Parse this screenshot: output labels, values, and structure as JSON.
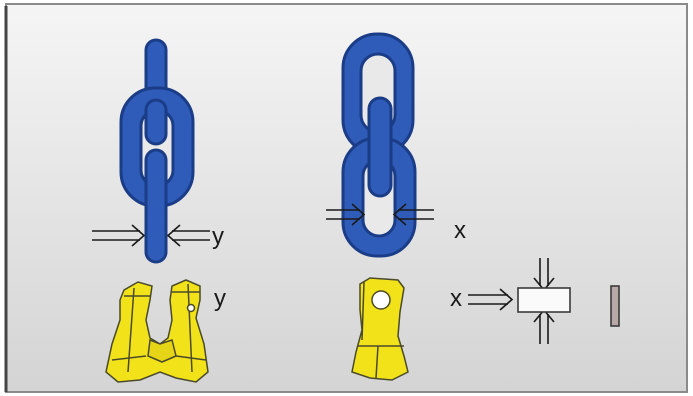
{
  "labels": {
    "chain_gauge_top": "y",
    "chain_gauge_bottom_link": "x",
    "hook_gauge": "y",
    "pin_gauge": "x"
  },
  "colors": {
    "panel_bg_top": "#f4f4f4",
    "panel_bg_bottom": "#d6d6d6",
    "frame_border": "#8a8a8a",
    "chain_blue": "#2e5cb8",
    "chain_outline": "#1b3c86",
    "part_yellow": "#f2e21a",
    "part_outline": "#4a4a2a"
  },
  "icons": [
    "chain-link-icon",
    "arrow-right-icon",
    "arrow-left-icon",
    "arrow-down-icon",
    "arrow-up-icon"
  ]
}
